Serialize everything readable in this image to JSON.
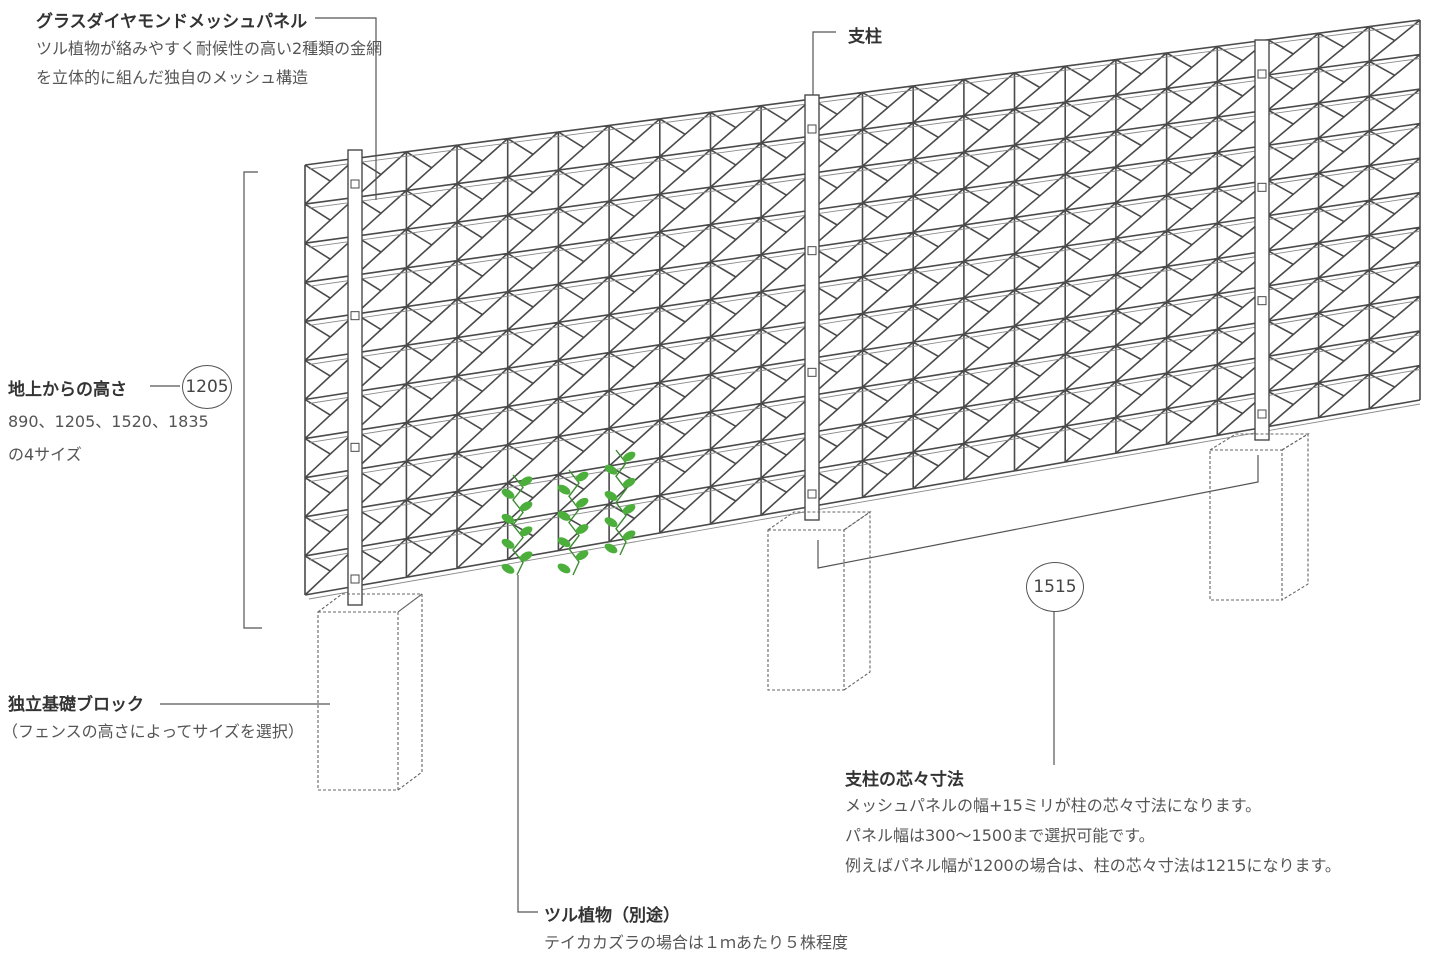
{
  "labels": {
    "panel": {
      "title": "グラスダイヤモンドメッシュパネル",
      "desc1": "ツル植物が絡みやすく耐候性の高い2種類の金網",
      "desc2": "を立体的に組んだ独自のメッシュ構造"
    },
    "post": {
      "title": "支柱"
    },
    "height": {
      "title": "地上からの高さ",
      "value": "1205",
      "desc1": "890、1205、1520、1835",
      "desc2": "の4サイズ"
    },
    "block": {
      "title": "独立基礎ブロック",
      "desc1": "（フェンスの高さによってサイズを選択）"
    },
    "spacing": {
      "value": "1515",
      "title": "支柱の芯々寸法",
      "desc1": "メッシュパネルの幅+15ミリが柱の芯々寸法になります。",
      "desc2": "パネル幅は300〜1500まで選択可能です。",
      "desc3": "例えばパネル幅が1200の場合は、柱の芯々寸法は1215になります。"
    },
    "vine": {
      "title": "ツル植物（別途）",
      "desc1": "テイカカズラの場合は１ｍあたり５株程度"
    }
  },
  "colors": {
    "mesh_line": "#4a4a4a",
    "leader_line": "#555555",
    "leaf": "#4caf3c"
  }
}
